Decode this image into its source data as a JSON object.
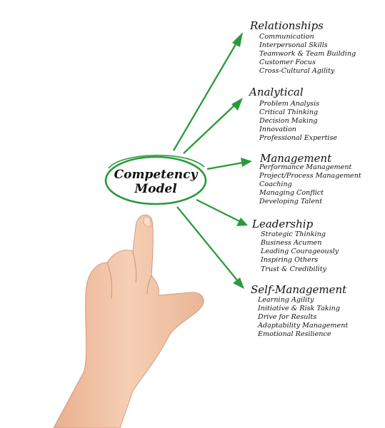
{
  "center": {
    "line1": "Competency",
    "line2": "Model"
  },
  "categories": [
    {
      "title": "Relationships",
      "items": [
        "Communication",
        "Interpersonal Skills",
        "Teamwork & Team Building",
        "Customer Focus",
        "Cross-Cultural Agility"
      ]
    },
    {
      "title": "Analytical",
      "items": [
        "Problem Analysis",
        "Critical Thinking",
        "Decision Making",
        "Innovation",
        "Professional Expertise"
      ]
    },
    {
      "title": "Management",
      "items": [
        "Performance Management",
        "Project/Process Management",
        "Coaching",
        "Managing Conflict",
        "Developing Talent"
      ]
    },
    {
      "title": "Leadership",
      "items": [
        "Strategic Thinking",
        "Business Acumen",
        "Leading Courageously",
        "Inspiring Others",
        "Trust & Credibility"
      ]
    },
    {
      "title": "Self-Management",
      "items": [
        "Learning Agility",
        "Initiative & Risk Taking",
        "Drive for Results",
        "Adaptability Management",
        "Emotional Resilience"
      ]
    }
  ],
  "colors": {
    "accent": "#2a9a3c",
    "skin": "#f1c3a6"
  }
}
